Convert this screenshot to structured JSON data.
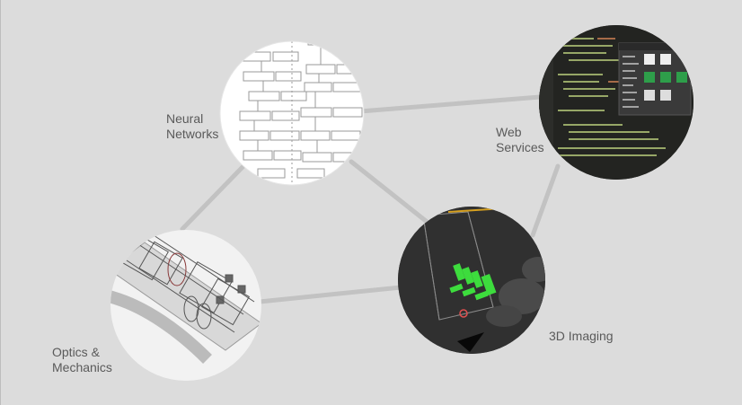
{
  "nodes": [
    {
      "id": "neural",
      "label_line1": "Neural",
      "label_line2": "Networks",
      "icon": "neural-network-graph-icon"
    },
    {
      "id": "web",
      "label_line1": "Web",
      "label_line2": "Services",
      "icon": "code-editor-icon"
    },
    {
      "id": "imaging",
      "label_line1": "3D Imaging",
      "label_line2": "",
      "icon": "3d-render-icon"
    },
    {
      "id": "optics",
      "label_line1": "Optics &",
      "label_line2": "Mechanics",
      "icon": "cad-wireframe-icon"
    }
  ],
  "edges": [
    [
      "neural",
      "web"
    ],
    [
      "neural",
      "imaging"
    ],
    [
      "neural",
      "optics"
    ],
    [
      "optics",
      "imaging"
    ],
    [
      "imaging",
      "web"
    ]
  ],
  "colors": {
    "background": "#dcdcdc",
    "edge": "#c2c2c2",
    "label": "#5a5a5a",
    "accent_green": "#3ddc3d"
  }
}
